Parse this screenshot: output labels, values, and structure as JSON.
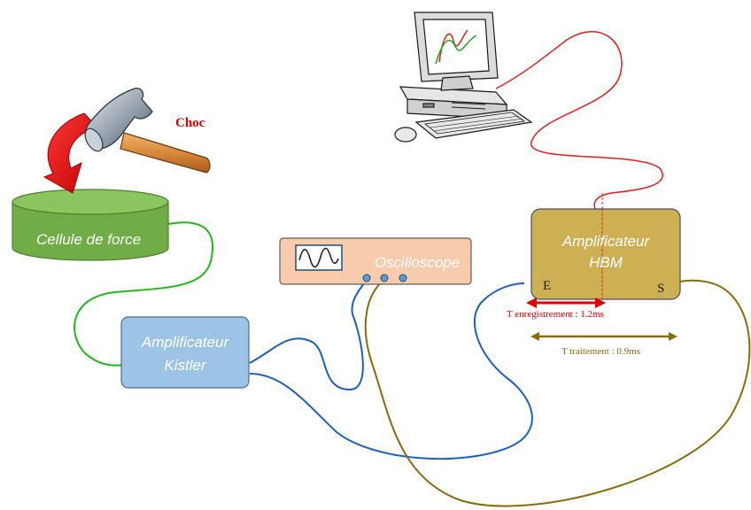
{
  "labels": {
    "choc": "Choc",
    "cellule": "Cellule de force",
    "kistler_line1": "Amplificateur",
    "kistler_line2": "Kistler",
    "oscilloscope": "Oscilloscope",
    "hbm_line1": "Amplificateur",
    "hbm_line2": "HBM",
    "input_e": "E",
    "output_s": "S",
    "t_enregistrement": "T enregistrement : 1.2ms",
    "t_traitement": "T traitement : 0.9ms"
  },
  "colors": {
    "cellule_fill": "#70ad47",
    "kistler_fill": "#9dc3e6",
    "oscilloscope_fill": "#f8cbad",
    "hbm_fill": "#c9a845",
    "green_wire": "#22b81a",
    "blue_wire": "#1f5fbf",
    "gold_wire": "#8a6a10",
    "red_wire": "#e02020",
    "choc_text": "#e00000",
    "t_enregistrement": "#e00000",
    "t_traitement": "#8b6b0f"
  },
  "icons": {
    "hammer": "hammer-icon",
    "impact_arrow": "curved-arrow-icon",
    "computer": "desktop-computer-icon",
    "waveform": "sine-wave-icon"
  }
}
